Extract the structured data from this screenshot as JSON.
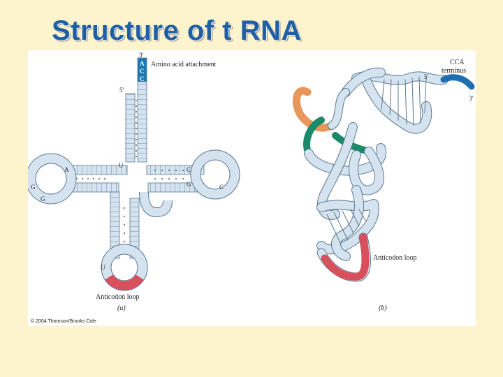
{
  "title": "Structure of t RNA",
  "figure": {
    "left_panel": {
      "label_3prime": "3'",
      "label_5prime": "5'",
      "acc_bases": [
        "A",
        "C",
        "C"
      ],
      "amino_acid_label": "Amino acid attachment",
      "loop_bases": {
        "d_loop_a": "A",
        "d_loop_g1": "G",
        "d_loop_g2": "G",
        "t_loop_c1": "C",
        "t_loop_g": "G",
        "t_loop_c2": "C",
        "stem_u": "U",
        "anticodon_u": "U"
      },
      "anticodon_label": "Anticodon loop",
      "panel_label": "(a)"
    },
    "right_panel": {
      "cca_label_line1": "CCA",
      "cca_label_line2": "terminus",
      "label_5prime": "5'",
      "label_3prime": "3'",
      "anticodon_label": "Anticodon loop",
      "panel_label": "(b)"
    },
    "credit": "© 2004 Thomson/Brooks Cole"
  },
  "colors": {
    "title": "#1f5fa6",
    "background": "#fdf3cc",
    "backbone": "#d4e3ef",
    "backbone_outline": "#5a7890",
    "acc_highlight": "#1f78b4",
    "anticodon_red": "#d94f5c",
    "orange_strand": "#e8965a",
    "green_strand": "#1a8a6a",
    "blue_strand": "#1f6fb0"
  }
}
